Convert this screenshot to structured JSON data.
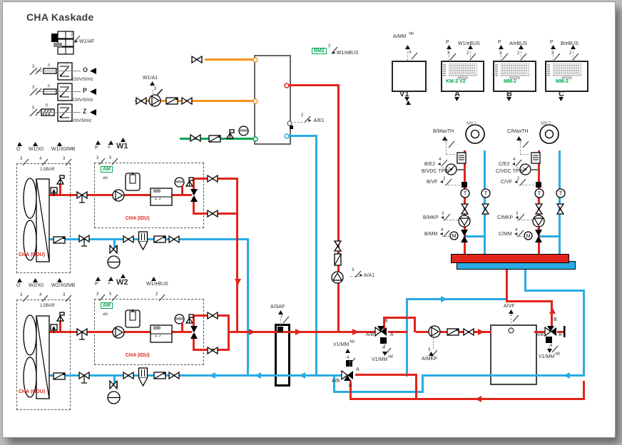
{
  "title": "CHA Kaskade",
  "labels": {
    "title": "CHA Kaskade",
    "w1af": "►W1/AF",
    "n_w1af": "2",
    "lg1n": "3",
    "lgf1": "f)",
    "lg1t": "O",
    "lg1v": "230V/50Hz",
    "lg2n": "3",
    "lgf2": "f)",
    "lg2t": "P",
    "lg2v": "230V/50Hz",
    "lg3n": "5",
    "lgf3": "f)",
    "lg3t": "Z",
    "lg3v": "400V/50Hz",
    "w1a1": "W1/A1",
    "n_w1a1": "3",
    "bm2": "BM2",
    "w1ebus0": "►W1/eBUS",
    "n_bm2": "2",
    "ae1": "► A/E1",
    "n_ae1": "2",
    "amm": "A/MM",
    "sup_amm": "ag)",
    "n_amm": "4",
    "v1": "V1",
    "pa": "P",
    "n_pa": "3",
    "ebA": "W1/eBUS",
    "n_ebA": "2",
    "km2": "KM-2 V2",
    "la": "A",
    "pb": "P",
    "n_pb": "3",
    "ebB": "A/eBUS",
    "n_ebB": "2",
    "mm2b": "MM-2",
    "lb": "B",
    "pc": "P",
    "n_pc": "3",
    "ebC": "B/eBUS",
    "n_ebC": "2",
    "mm2c": "MM-2",
    "lc": "C",
    "mk1": "MK1",
    "mk2": "MK2",
    "bmaxth": "B/MaxTH",
    "n_bmx": "3",
    "be2": "B/E2 ◄",
    "bvdc": "B/VDC TPW",
    "n_be2": "4",
    "bvf": "B/VF ◄",
    "n_bvf": "2",
    "bmkp": "B/MKP ◄",
    "n_bmkp": "3",
    "bmm": "B/MM ◄",
    "n_bmm": "4",
    "cmaxth": "C/MaxTH",
    "n_cmx": "3",
    "ce2": "C/E2 ◄",
    "cvdc": "C/VDC TPW",
    "n_ce2": "4",
    "cvf": "C/VF ◄",
    "n_cvf": "2",
    "cmkp": "C/MKP ◄",
    "n_cmkp": "3",
    "cmm": "C/MM ◄",
    "n_cmm": "4",
    "o1": "O",
    "n_o1": "3",
    "w1x0": "W1/X0",
    "n_w1x0": "4",
    "w1x0mb": "W1/X0/MB",
    "n_mb1": "3",
    "p1": "P",
    "n_p1": "3",
    "z1": "Z",
    "n_z1": "5",
    "w1": "W1",
    "bar1": "2,5BAR",
    "am1": "AM",
    "ah1": "ah)",
    "idu1": "CHA (IDU)",
    "odu1": "CHA (ODU)",
    "aa1": "►A/A1",
    "n_aa1": "3",
    "asaf": "A/SAF",
    "n_asaf": "2",
    "o2": "O",
    "n_o2": "3",
    "w2x0": "W2/X0",
    "n_w2x0": "4",
    "w2x0mb": "W2/X0/MB",
    "n_mb2": "3",
    "p2": "P",
    "n_p2": "3",
    "z2": "Z",
    "n_z2": "5",
    "w2": "W2",
    "ebus2": "W1/eBUS",
    "n_eb2": "2",
    "bar2": "2,5BAR",
    "am2": "AM",
    "ah2": "ah)",
    "idu2": "CHA (IDU)",
    "odu2": "CHA (ODU)",
    "avf": "A/VF",
    "n_avf": "2",
    "amkp": "A/MKP",
    "n_amkp": "3",
    "ab1": "A/B",
    "pb1": "B",
    "pa1": "A",
    "n_v1": "4",
    "v1mm1": "V1/MM",
    "sup1": "ag)",
    "ab2": "A/B",
    "pa2": "A",
    "pb2": "B",
    "n_v2": "4",
    "v1mm2": "V1/MM",
    "sup2": "ag)",
    "ab3": "A/B",
    "pb3": "B",
    "pa3": "A",
    "n_v3": "4",
    "v1mm3": "V1/MM",
    "sup3": "ag)",
    "m1a": "000",
    "m1b": "Σ J",
    "m2a": "000",
    "m2b": "Σ J"
  },
  "colors": {
    "supply": "#e1251b",
    "return": "#29abe2",
    "dhw": "#f7941d",
    "cold": "#00a651",
    "accent_green": "#00a651"
  }
}
